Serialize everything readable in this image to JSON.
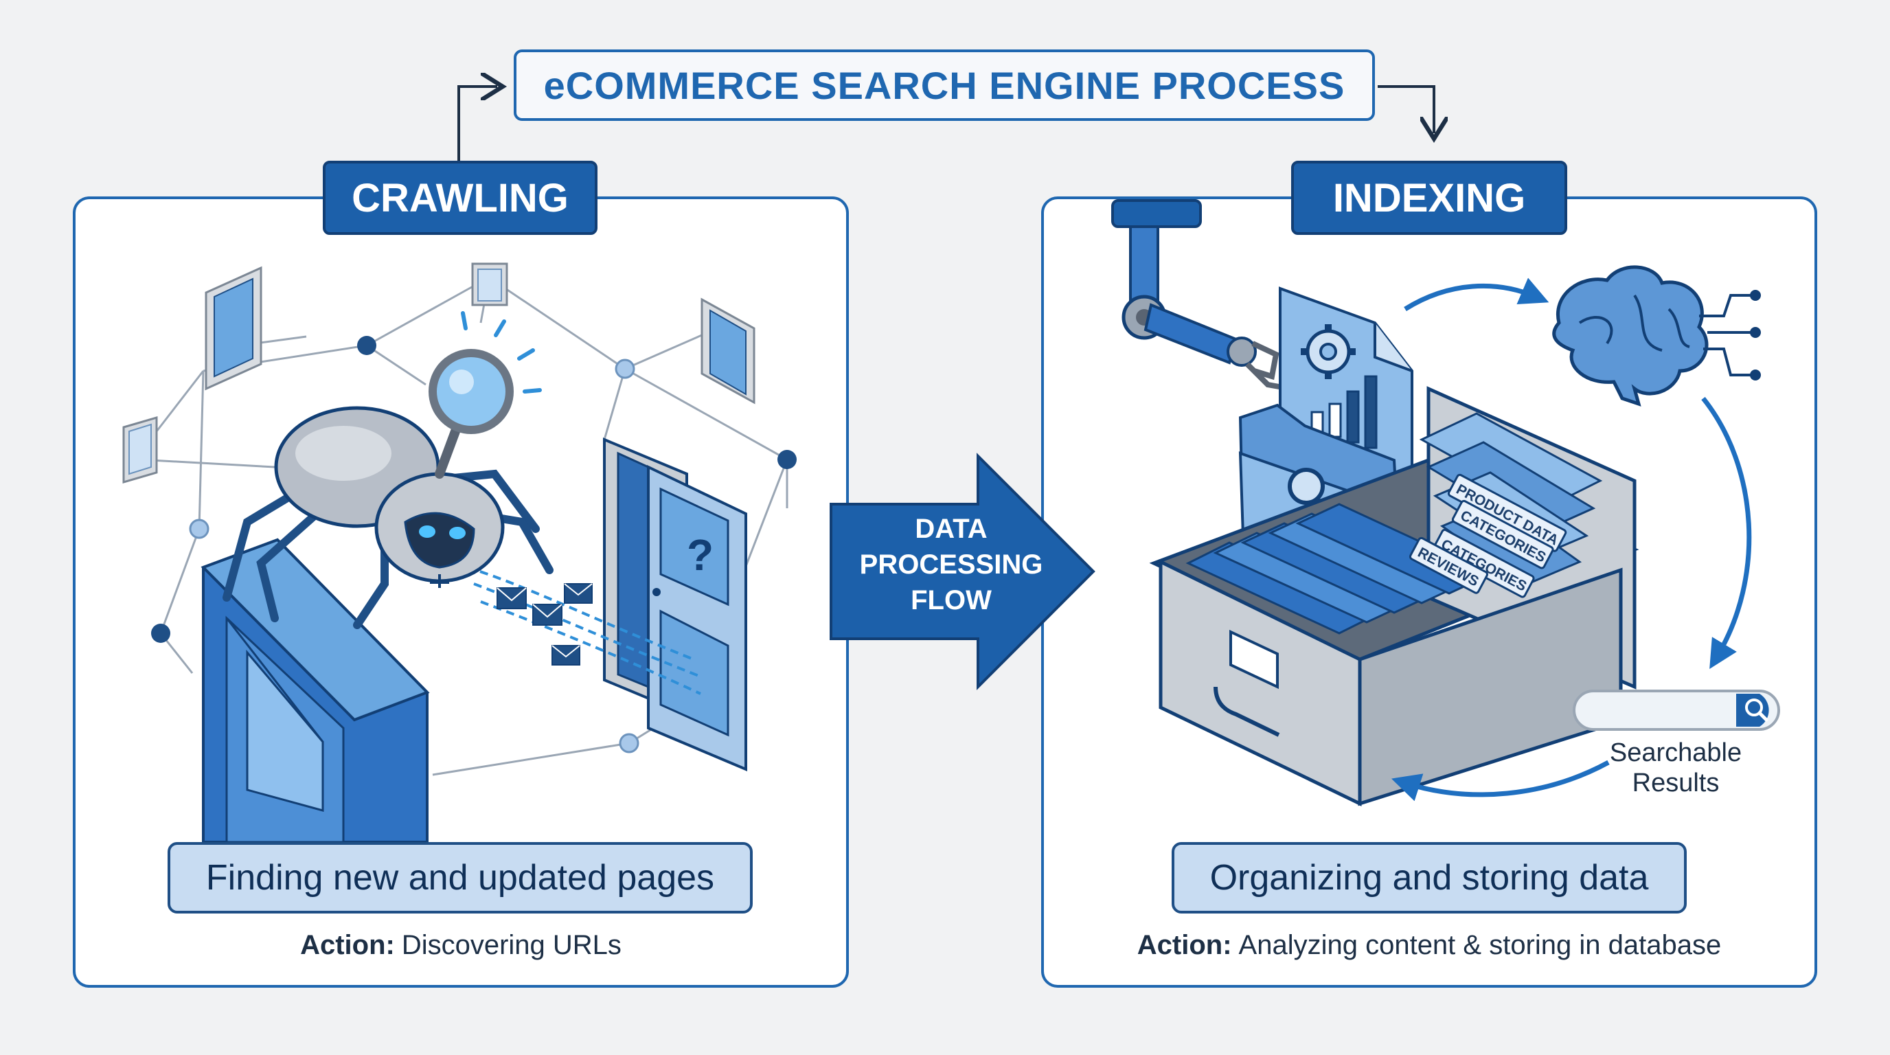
{
  "title": "eCOMMERCE SEARCH ENGINE PROCESS",
  "crawling": {
    "heading": "CRAWLING",
    "caption": "Finding new and updated pages",
    "action_label": "Action:",
    "action_text": "Discovering URLs"
  },
  "flow": {
    "line1": "DATA",
    "line2": "PROCESSING",
    "line3": "FLOW"
  },
  "indexing": {
    "heading": "INDEXING",
    "caption": "Organizing and storing data",
    "action_label": "Action:",
    "action_text": "Analyzing content & storing in database",
    "folder_tabs": [
      "PRODUCT DATA",
      "CATEGORIES",
      "CATEGORIES",
      "REVIEWS"
    ],
    "search_label_line1": "Searchable",
    "search_label_line2": "Results"
  },
  "colors": {
    "primary": "#1f67b0",
    "dark": "#123f75",
    "light": "#c8dcf2",
    "accent": "#2f8fd8"
  },
  "icons": [
    "spider-robot-icon",
    "magnifier-icon",
    "door-icon",
    "robot-arm-icon",
    "gear-icon",
    "brain-icon",
    "file-cabinet-icon",
    "search-icon"
  ]
}
